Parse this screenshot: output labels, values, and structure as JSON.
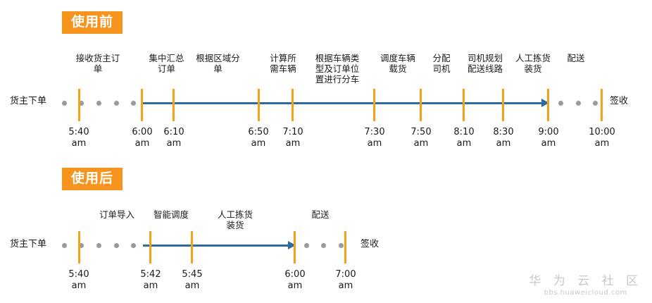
{
  "watermark": {
    "brand": "华 为 云 社 区",
    "url": "bbs.huaweicloud.com"
  },
  "colors": {
    "badge_orange": "#F7941E",
    "tick_orange": "#F7A11A",
    "arrow_blue": "#2B6CA3",
    "dot_gray": "#9A9A9A",
    "text": "#1A1A1A",
    "watermark_gray": "#C8C8C8"
  },
  "sections": [
    {
      "badge_label": "使用前",
      "axis_label": "货主下单",
      "end_note": "签收",
      "steps": [
        "接收货主订\n单",
        "集中汇总\n订单",
        "根据区域分\n单",
        "计算所\n需车辆",
        "根据车辆类\n型及订单位\n置进行分车",
        "调度车辆\n载货",
        "分配\n司机",
        "司机规划\n配送线路",
        "人工拣货\n装货",
        "配送"
      ],
      "times": [
        "5:40\nam",
        "6:00\nam",
        "6:10\nam",
        "6:50\nam",
        "7:10\nam",
        "7:30\nam",
        "7:50\nam",
        "8:10\nam",
        "8:30\nam",
        "9:00\nam",
        "10:00\nam"
      ]
    },
    {
      "badge_label": "使用后",
      "axis_label": "货主下单",
      "end_note": "签收",
      "steps": [
        "订单导入",
        "智能调度",
        "人工拣货\n装货",
        "配送"
      ],
      "times": [
        "5:40\nam",
        "5:42\nam",
        "5:45\nam",
        "6:00\nam",
        "7:00\nam"
      ]
    }
  ]
}
